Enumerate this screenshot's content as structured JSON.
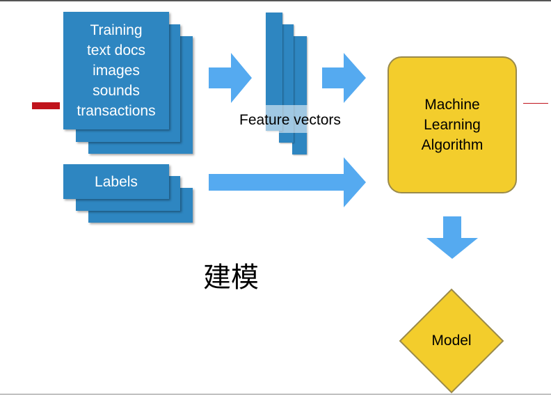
{
  "inputs": {
    "training": [
      "Training",
      "text docs",
      "images",
      "sounds",
      "transactions"
    ],
    "labels": "Labels"
  },
  "feature_vectors": {
    "label": "Feature vectors"
  },
  "algorithm": {
    "lines": [
      "Machine",
      "Learning",
      "Algorithm"
    ]
  },
  "caption": "建模",
  "model": {
    "label": "Model"
  },
  "colors": {
    "doc_blue": "#2e86c1",
    "arrow_blue": "#55aaf0",
    "algorithm_yellow": "#f3cd2c",
    "marker_red": "#c0141c"
  }
}
